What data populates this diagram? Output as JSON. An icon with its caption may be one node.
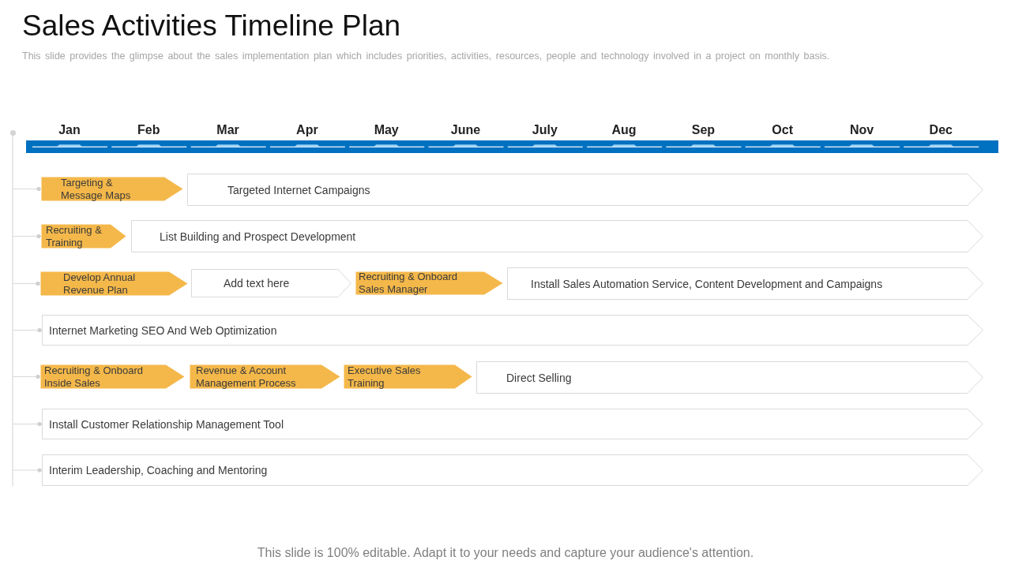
{
  "diagram": {
    "title": "Sales Activities Timeline Plan",
    "caption": "This slide is 100% editable. Adapt it to your needs and capture your audience's attention.",
    "nodes": [
      {
        "text": [],
        "shape": "circle"
      },
      {
        "text": [
          "Targeting & Message Maps"
        ]
      },
      {
        "text": [
          "Targeted Internet Campaigns"
        ]
      },
      {
        "text": [
          "Recruiting & Training"
        ]
      },
      {
        "text": [
          "List Building and Prospect Development"
        ]
      },
      {
        "text": [
          "Develop Annual Revenue Plan"
        ]
      },
      {
        "text": [
          "Add text here"
        ]
      },
      {
        "text": [
          "Recruiting & Onboard Sales Manager"
        ]
      },
      {
        "text": [
          "Install Sales Automation Service, Content Development and Campaigns"
        ]
      },
      {
        "text": [
          "Internet Marketing SEO And Web Optimization"
        ]
      },
      {
        "text": [
          "Recruiting & Onboard Inside Sales"
        ]
      },
      {
        "text": [
          "Revenue & Account Management Process"
        ]
      },
      {
        "text": [
          "Executive Sales Training"
        ]
      },
      {
        "text": [
          "Direct Selling"
        ]
      },
      {
        "text": [
          "Install Customer Relationship Management Tool"
        ]
      },
      {
        "text": [
          "Interim Leadership, Coaching and Mentoring"
        ]
      }
    ],
    "edges": [
      {
        "from": 0,
        "to": 1,
        "arrow": "other"
      },
      {
        "from": 0,
        "to": 3,
        "arrow": "other"
      },
      {
        "from": 0,
        "to": 5,
        "arrow": "other"
      },
      {
        "from": 0,
        "to": 9,
        "arrow": "other"
      },
      {
        "from": 0,
        "to": 10,
        "arrow": "other"
      },
      {
        "from": 0,
        "to": 14,
        "arrow": "other"
      },
      {
        "from": 0,
        "to": 15,
        "arrow": "other"
      }
    ],
    "labels": [
      "This slide provides the glimpse about the sales implementation plan which includes priorities, activities, resources, people and technology involved in a project on monthly basis.",
      "Jan",
      "Feb",
      "Mar",
      "Apr",
      "May",
      "June",
      "July",
      "Aug",
      "Sep",
      "Oct",
      "Nov",
      "Dec"
    ]
  }
}
